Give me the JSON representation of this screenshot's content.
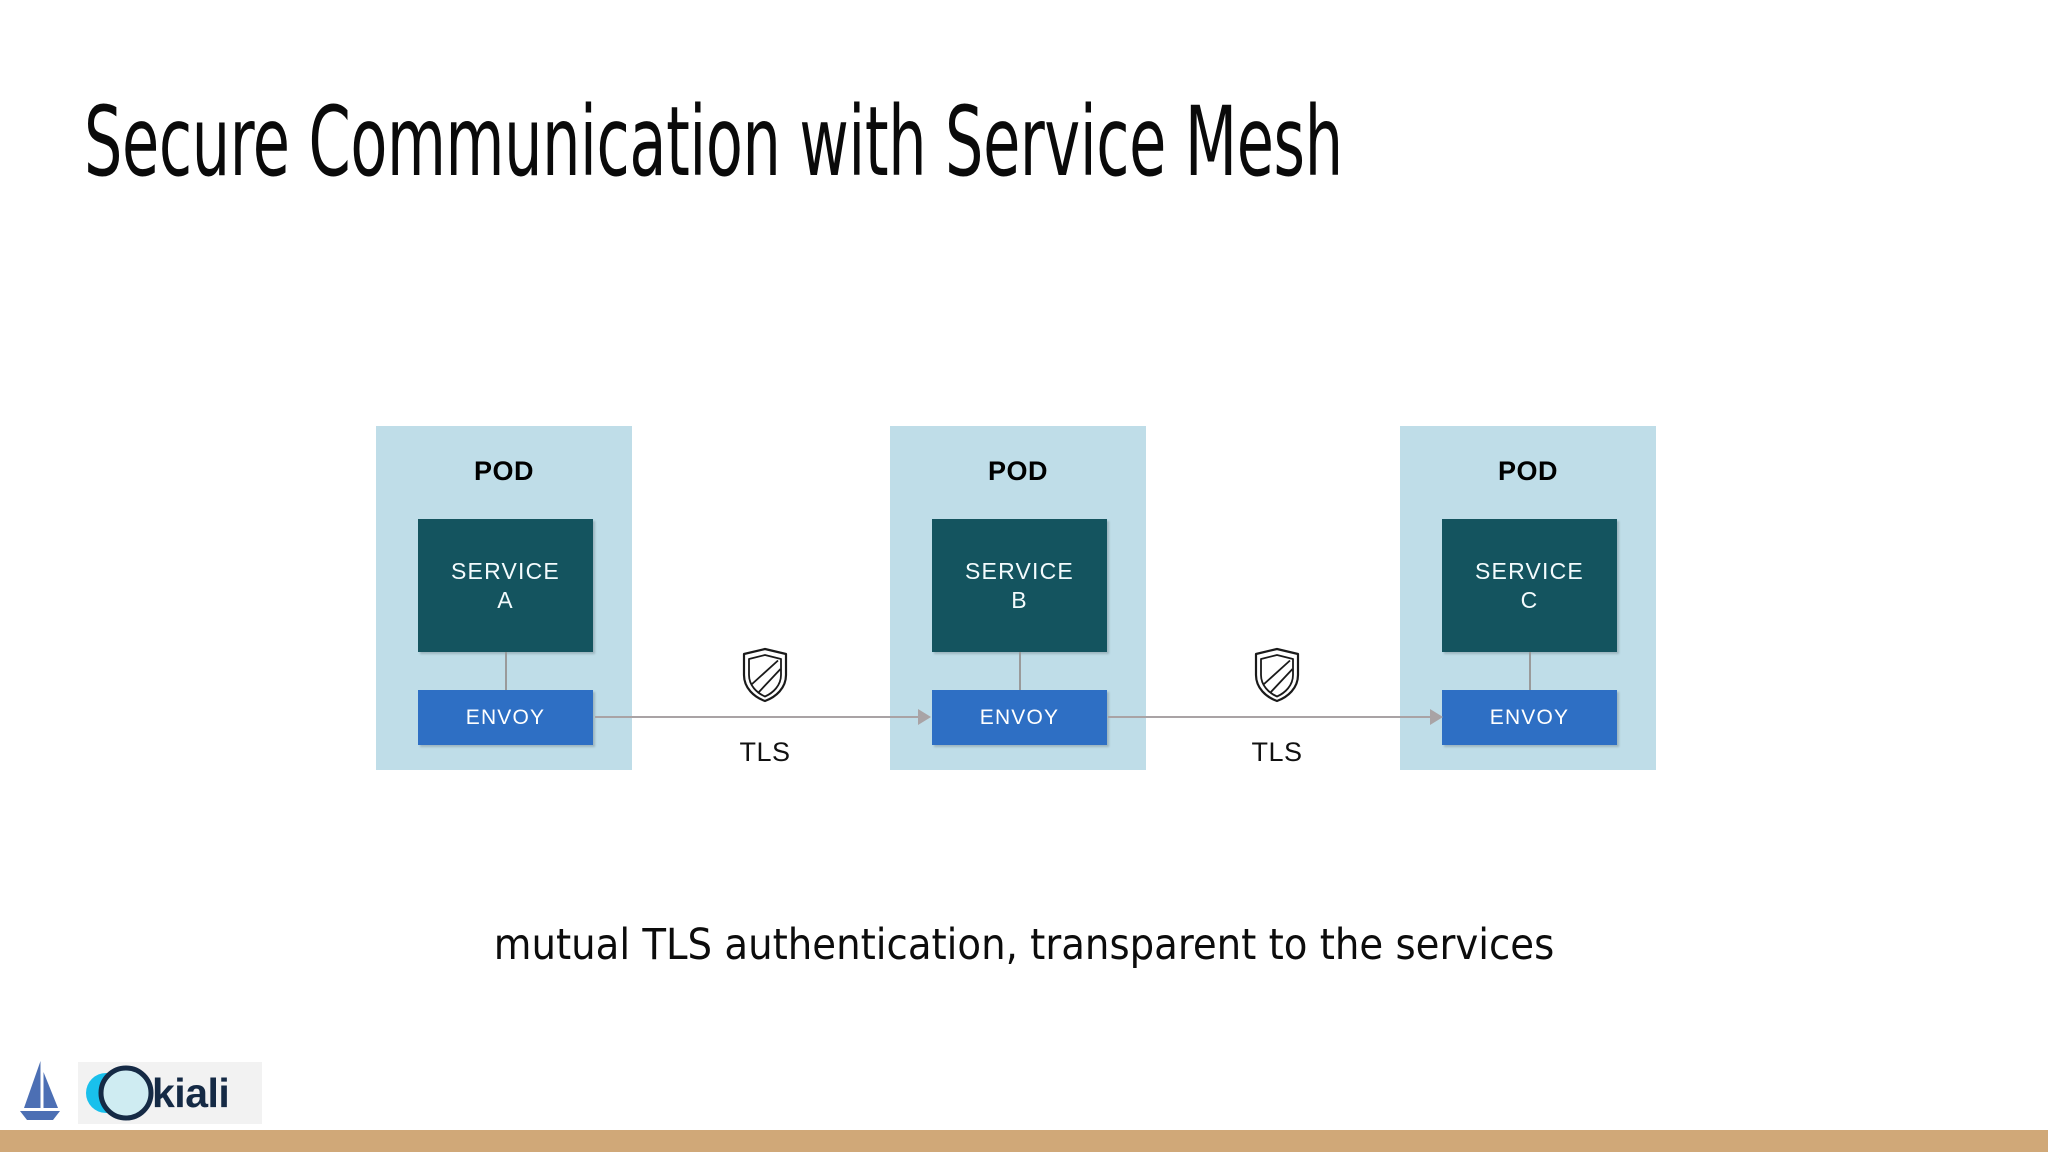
{
  "slide": {
    "title": "Secure Communication with Service Mesh",
    "caption": "mutual TLS authentication, transparent to the services"
  },
  "colors": {
    "pod_bg": "#bfdde8",
    "service_bg": "#14545f",
    "envoy_bg": "#2e6fc4",
    "connector": "#a9a3a5",
    "footer_bar": "#d0a878",
    "kiali_word": "#152a45",
    "istio_blue": "#466bb0",
    "kiali_cyan": "#19c0ec",
    "kiali_lightblue": "#cfecf2",
    "kiali_midblue": "#1294cf",
    "title_text": "#0a0a0a"
  },
  "diagram": {
    "pods": [
      {
        "label": "POD",
        "service_line1": "SERVICE",
        "service_line2": "A",
        "sidecar": "ENVOY"
      },
      {
        "label": "POD",
        "service_line1": "SERVICE",
        "service_line2": "B",
        "sidecar": "ENVOY"
      },
      {
        "label": "POD",
        "service_line1": "SERVICE",
        "service_line2": "C",
        "sidecar": "ENVOY"
      }
    ],
    "links": [
      {
        "label": "TLS",
        "icon": "shield-icon"
      },
      {
        "label": "TLS",
        "icon": "shield-icon"
      }
    ]
  },
  "footer": {
    "istio_icon": "istio-sailboat-logo",
    "kiali_icon": "kiali-circles-logo",
    "kiali_wordmark": "kiali"
  }
}
